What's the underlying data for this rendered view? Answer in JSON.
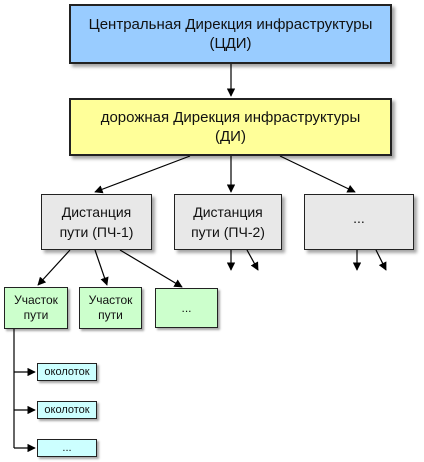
{
  "colors": {
    "central": "#99ccff",
    "road": "#ffff99",
    "distance": "#e8e8e8",
    "section": "#ccffcc",
    "crew": "#ccffff",
    "line": "#000000"
  },
  "central": {
    "line1": "Центральная Дирекция инфраструктуры",
    "line2": "(ЦДИ)"
  },
  "road": {
    "line1": "дорожная Дирекция инфраструктуры",
    "line2": "(ДИ)"
  },
  "distances": [
    {
      "line1": "Дистанция",
      "line2": "пути (ПЧ-1)"
    },
    {
      "line1": "Дистанция",
      "line2": "пути (ПЧ-2)"
    },
    {
      "line1": "..."
    }
  ],
  "sections": [
    {
      "line1": "Участок",
      "line2": "пути"
    },
    {
      "line1": "Участок",
      "line2": "пути"
    },
    {
      "line1": "..."
    }
  ],
  "crews": [
    {
      "label": "околоток"
    },
    {
      "label": "околоток"
    },
    {
      "label": "..."
    }
  ]
}
